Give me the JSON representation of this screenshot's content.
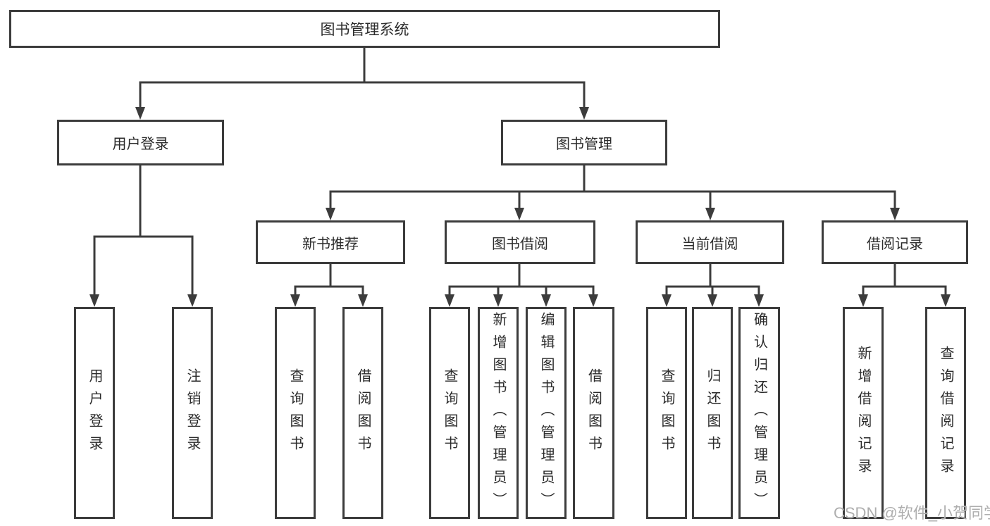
{
  "diagram": {
    "title_node": "图书管理系统",
    "root_label": "图书管理系统",
    "level2": [
      {
        "label": "用户登录"
      },
      {
        "label": "图书管理"
      }
    ],
    "level3": [
      {
        "label": "新书推荐",
        "parent": "图书管理"
      },
      {
        "label": "图书借阅",
        "parent": "图书管理"
      },
      {
        "label": "当前借阅",
        "parent": "图书管理"
      },
      {
        "label": "借阅记录",
        "parent": "图书管理"
      }
    ],
    "leaves": [
      {
        "label": "用户登录",
        "parent": "用户登录"
      },
      {
        "label": "注销登录",
        "parent": "用户登录"
      },
      {
        "label": "查询图书",
        "parent": "新书推荐"
      },
      {
        "label": "借阅图书",
        "parent": "新书推荐"
      },
      {
        "label": "查询图书",
        "parent": "图书借阅"
      },
      {
        "label": "新增图书（管理员）",
        "parent": "图书借阅"
      },
      {
        "label": "编辑图书（管理员）",
        "parent": "图书借阅"
      },
      {
        "label": "借阅图书",
        "parent": "图书借阅"
      },
      {
        "label": "查询图书",
        "parent": "当前借阅"
      },
      {
        "label": "归还图书",
        "parent": "当前借阅"
      },
      {
        "label": "确认归还（管理员）",
        "parent": "当前借阅"
      },
      {
        "label": "新增借阅记录",
        "parent": "借阅记录"
      },
      {
        "label": "查询借阅记录",
        "parent": "借阅记录"
      }
    ],
    "colors": {
      "line": "#3c3c3c",
      "border": "#3c3c3c",
      "text": "#2b2b2b",
      "background": "#ffffff",
      "watermark": "#aeaeae"
    }
  },
  "watermark": {
    "text": "CSDN @软件_小贺同学"
  }
}
